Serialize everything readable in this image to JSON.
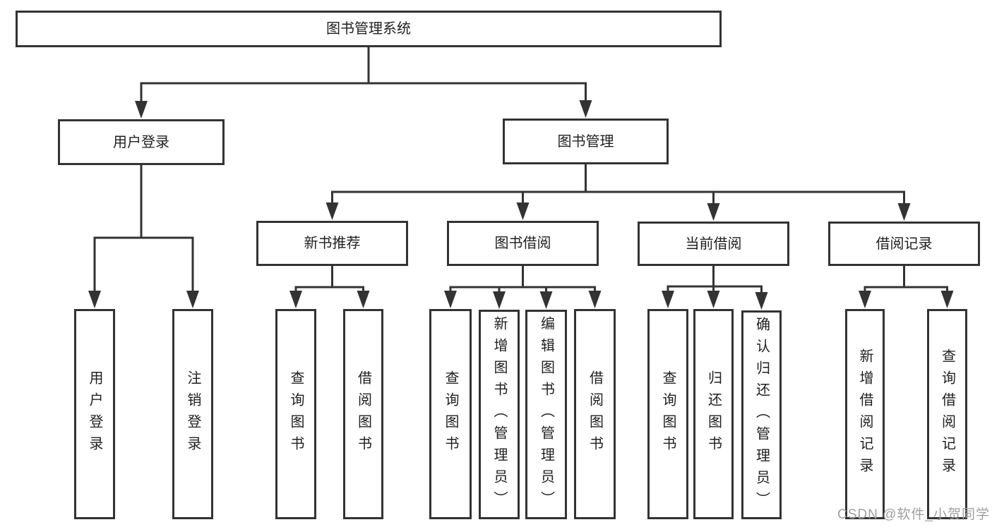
{
  "diagram": {
    "type": "hierarchy-chart",
    "nodes": [
      {
        "id": "root",
        "label": "图书管理系统",
        "parent": null,
        "orientation": "horizontal"
      },
      {
        "id": "user-login",
        "label": "用户登录",
        "parent": "root",
        "orientation": "horizontal"
      },
      {
        "id": "book-mgmt",
        "label": "图书管理",
        "parent": "root",
        "orientation": "horizontal"
      },
      {
        "id": "new-book-rec",
        "label": "新书推荐",
        "parent": "book-mgmt",
        "orientation": "horizontal"
      },
      {
        "id": "book-borrow",
        "label": "图书借阅",
        "parent": "book-mgmt",
        "orientation": "horizontal"
      },
      {
        "id": "current-borrow",
        "label": "当前借阅",
        "parent": "book-mgmt",
        "orientation": "horizontal"
      },
      {
        "id": "borrow-records",
        "label": "借阅记录",
        "parent": "book-mgmt",
        "orientation": "horizontal"
      },
      {
        "id": "user-login-leaf",
        "label": "用户登录",
        "parent": "user-login",
        "orientation": "vertical"
      },
      {
        "id": "logout-leaf",
        "label": "注销登录",
        "parent": "user-login",
        "orientation": "vertical"
      },
      {
        "id": "query-book-1",
        "label": "查询图书",
        "parent": "new-book-rec",
        "orientation": "vertical"
      },
      {
        "id": "borrow-book-1",
        "label": "借阅图书",
        "parent": "new-book-rec",
        "orientation": "vertical"
      },
      {
        "id": "query-book-2",
        "label": "查询图书",
        "parent": "book-borrow",
        "orientation": "vertical"
      },
      {
        "id": "add-book",
        "label": "新增图书（管理员）",
        "parent": "book-borrow",
        "orientation": "vertical"
      },
      {
        "id": "edit-book",
        "label": "编辑图书（管理员）",
        "parent": "book-borrow",
        "orientation": "vertical"
      },
      {
        "id": "borrow-book-2",
        "label": "借阅图书",
        "parent": "book-borrow",
        "orientation": "vertical"
      },
      {
        "id": "query-book-3",
        "label": "查询图书",
        "parent": "current-borrow",
        "orientation": "vertical"
      },
      {
        "id": "return-book",
        "label": "归还图书",
        "parent": "current-borrow",
        "orientation": "vertical"
      },
      {
        "id": "confirm-return",
        "label": "确认归还（管理员）",
        "parent": "current-borrow",
        "orientation": "vertical"
      },
      {
        "id": "add-borrow-record",
        "label": "新增借阅记录",
        "parent": "borrow-records",
        "orientation": "vertical"
      },
      {
        "id": "query-borrow-record",
        "label": "查询借阅记录",
        "parent": "borrow-records",
        "orientation": "vertical"
      }
    ]
  },
  "watermark": {
    "text": "CSDN @软件_小贺同学"
  },
  "colors": {
    "background": "#ffffff",
    "line": "#333333",
    "box_border": "#333333",
    "text": "#1f1f1f",
    "watermark": "#9f9f9f"
  }
}
